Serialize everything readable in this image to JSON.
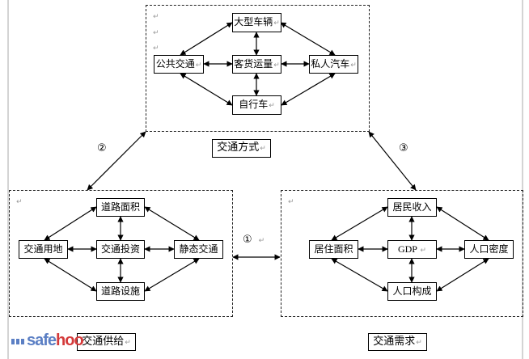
{
  "diagram": {
    "title_labels": {
      "mode": "交通方式",
      "supply": "交通供给",
      "demand": "交通需求"
    },
    "relation_markers": {
      "supply_demand": "①",
      "supply_mode": "②",
      "demand_mode": "③"
    },
    "groups": {
      "mode": {
        "top": "大型车辆",
        "left": "公共交通",
        "center": "客货运量",
        "right": "私人汽车",
        "bottom": "自行车"
      },
      "supply": {
        "top": "道路面积",
        "left": "交通用地",
        "center": "交通投资",
        "right": "静态交通",
        "bottom": "道路设施"
      },
      "demand": {
        "top": "居民收入",
        "left": "居住面积",
        "center": "GDP",
        "right": "人口密度",
        "bottom": "人口构成"
      }
    },
    "paragraph_mark": "↵",
    "watermark": {
      "part1": "safe",
      "part2": "hoo"
    }
  }
}
